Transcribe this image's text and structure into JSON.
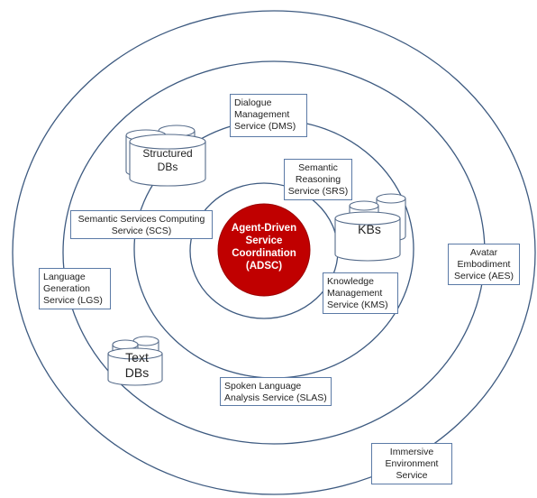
{
  "core": {
    "lines": [
      "Agent-Driven",
      "Service",
      "Coordination",
      "(ADSC)"
    ]
  },
  "services": {
    "dms": "Dialogue\nManagement\nService (DMS)",
    "srs": "Semantic\nReasoning\nService (SRS)",
    "scs": "Semantic Services Computing\nService (SCS)",
    "kms": "Knowledge\nManagement\nService (KMS)",
    "lgs": "Language\nGeneration\nService (LGS)",
    "aes": "Avatar\nEmbodiment\nService (AES)",
    "slas": "Spoken Language\nAnalysis Service (SLAS)",
    "ies": "Immersive\nEnvironment\nService"
  },
  "databases": {
    "structured": [
      "Structured",
      "DBs"
    ],
    "kbs": [
      "KBs"
    ],
    "text": [
      "Text",
      "DBs"
    ]
  },
  "colors": {
    "core_fill": "#c00000",
    "ring_stroke": "#3d5a80",
    "box_border": "#5b7aa6"
  }
}
